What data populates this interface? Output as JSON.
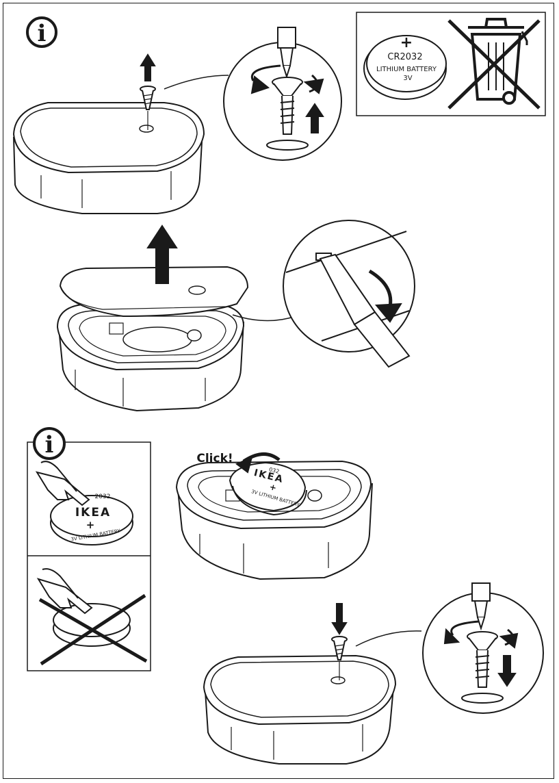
{
  "info_symbol": "i",
  "battery_panel": {
    "plus_sign": "+",
    "model": "CR2032",
    "type": "LITHIUM BATTERY",
    "voltage": "3V",
    "icon": "crossed-out-wheelie-bin-icon"
  },
  "step_insert": {
    "click_label": "Click!",
    "coin_brand": "IKEA",
    "coin_plus": "+",
    "coin_model_partial": "032",
    "coin_ring_text": "3V LITHIUM BATTERY"
  },
  "info_panel": {
    "coin_brand": "IKEA",
    "coin_plus": "+",
    "coin_model_partial": "2032",
    "coin_ring_text": "3V LITHIUM BATTERY"
  },
  "colors": {
    "line": "#1a1a1a",
    "background": "#ffffff"
  }
}
